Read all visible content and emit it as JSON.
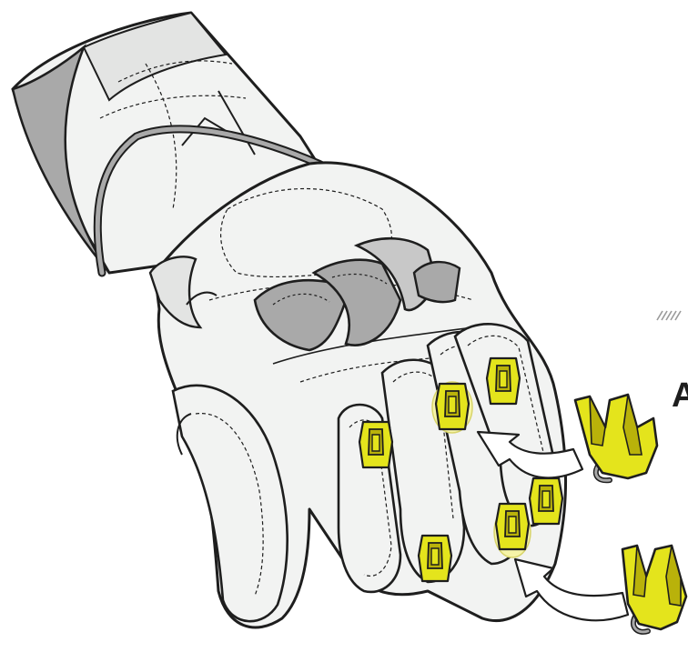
{
  "figure": {
    "subject": "motorcycle-glove-slider-replacement",
    "callout_letter": "A",
    "colors": {
      "glove_fill": "#f2f3f2",
      "glove_shade": "#e3e4e3",
      "outline": "#1e1e1e",
      "grey_panel": "#a9a9a9",
      "grey_panel_light": "#c8c8c8",
      "slider_yellow": "#e4e41c",
      "slider_yellow_dark": "#b9b20a",
      "slider_glow": "#f6f4a8",
      "arrow_fill": "#ffffff",
      "hatch": "#9a9a9a"
    },
    "icons": [
      "glove-illustration",
      "knuckle-slider",
      "replacement-slider",
      "curved-arrow",
      "hatch-marks"
    ]
  }
}
